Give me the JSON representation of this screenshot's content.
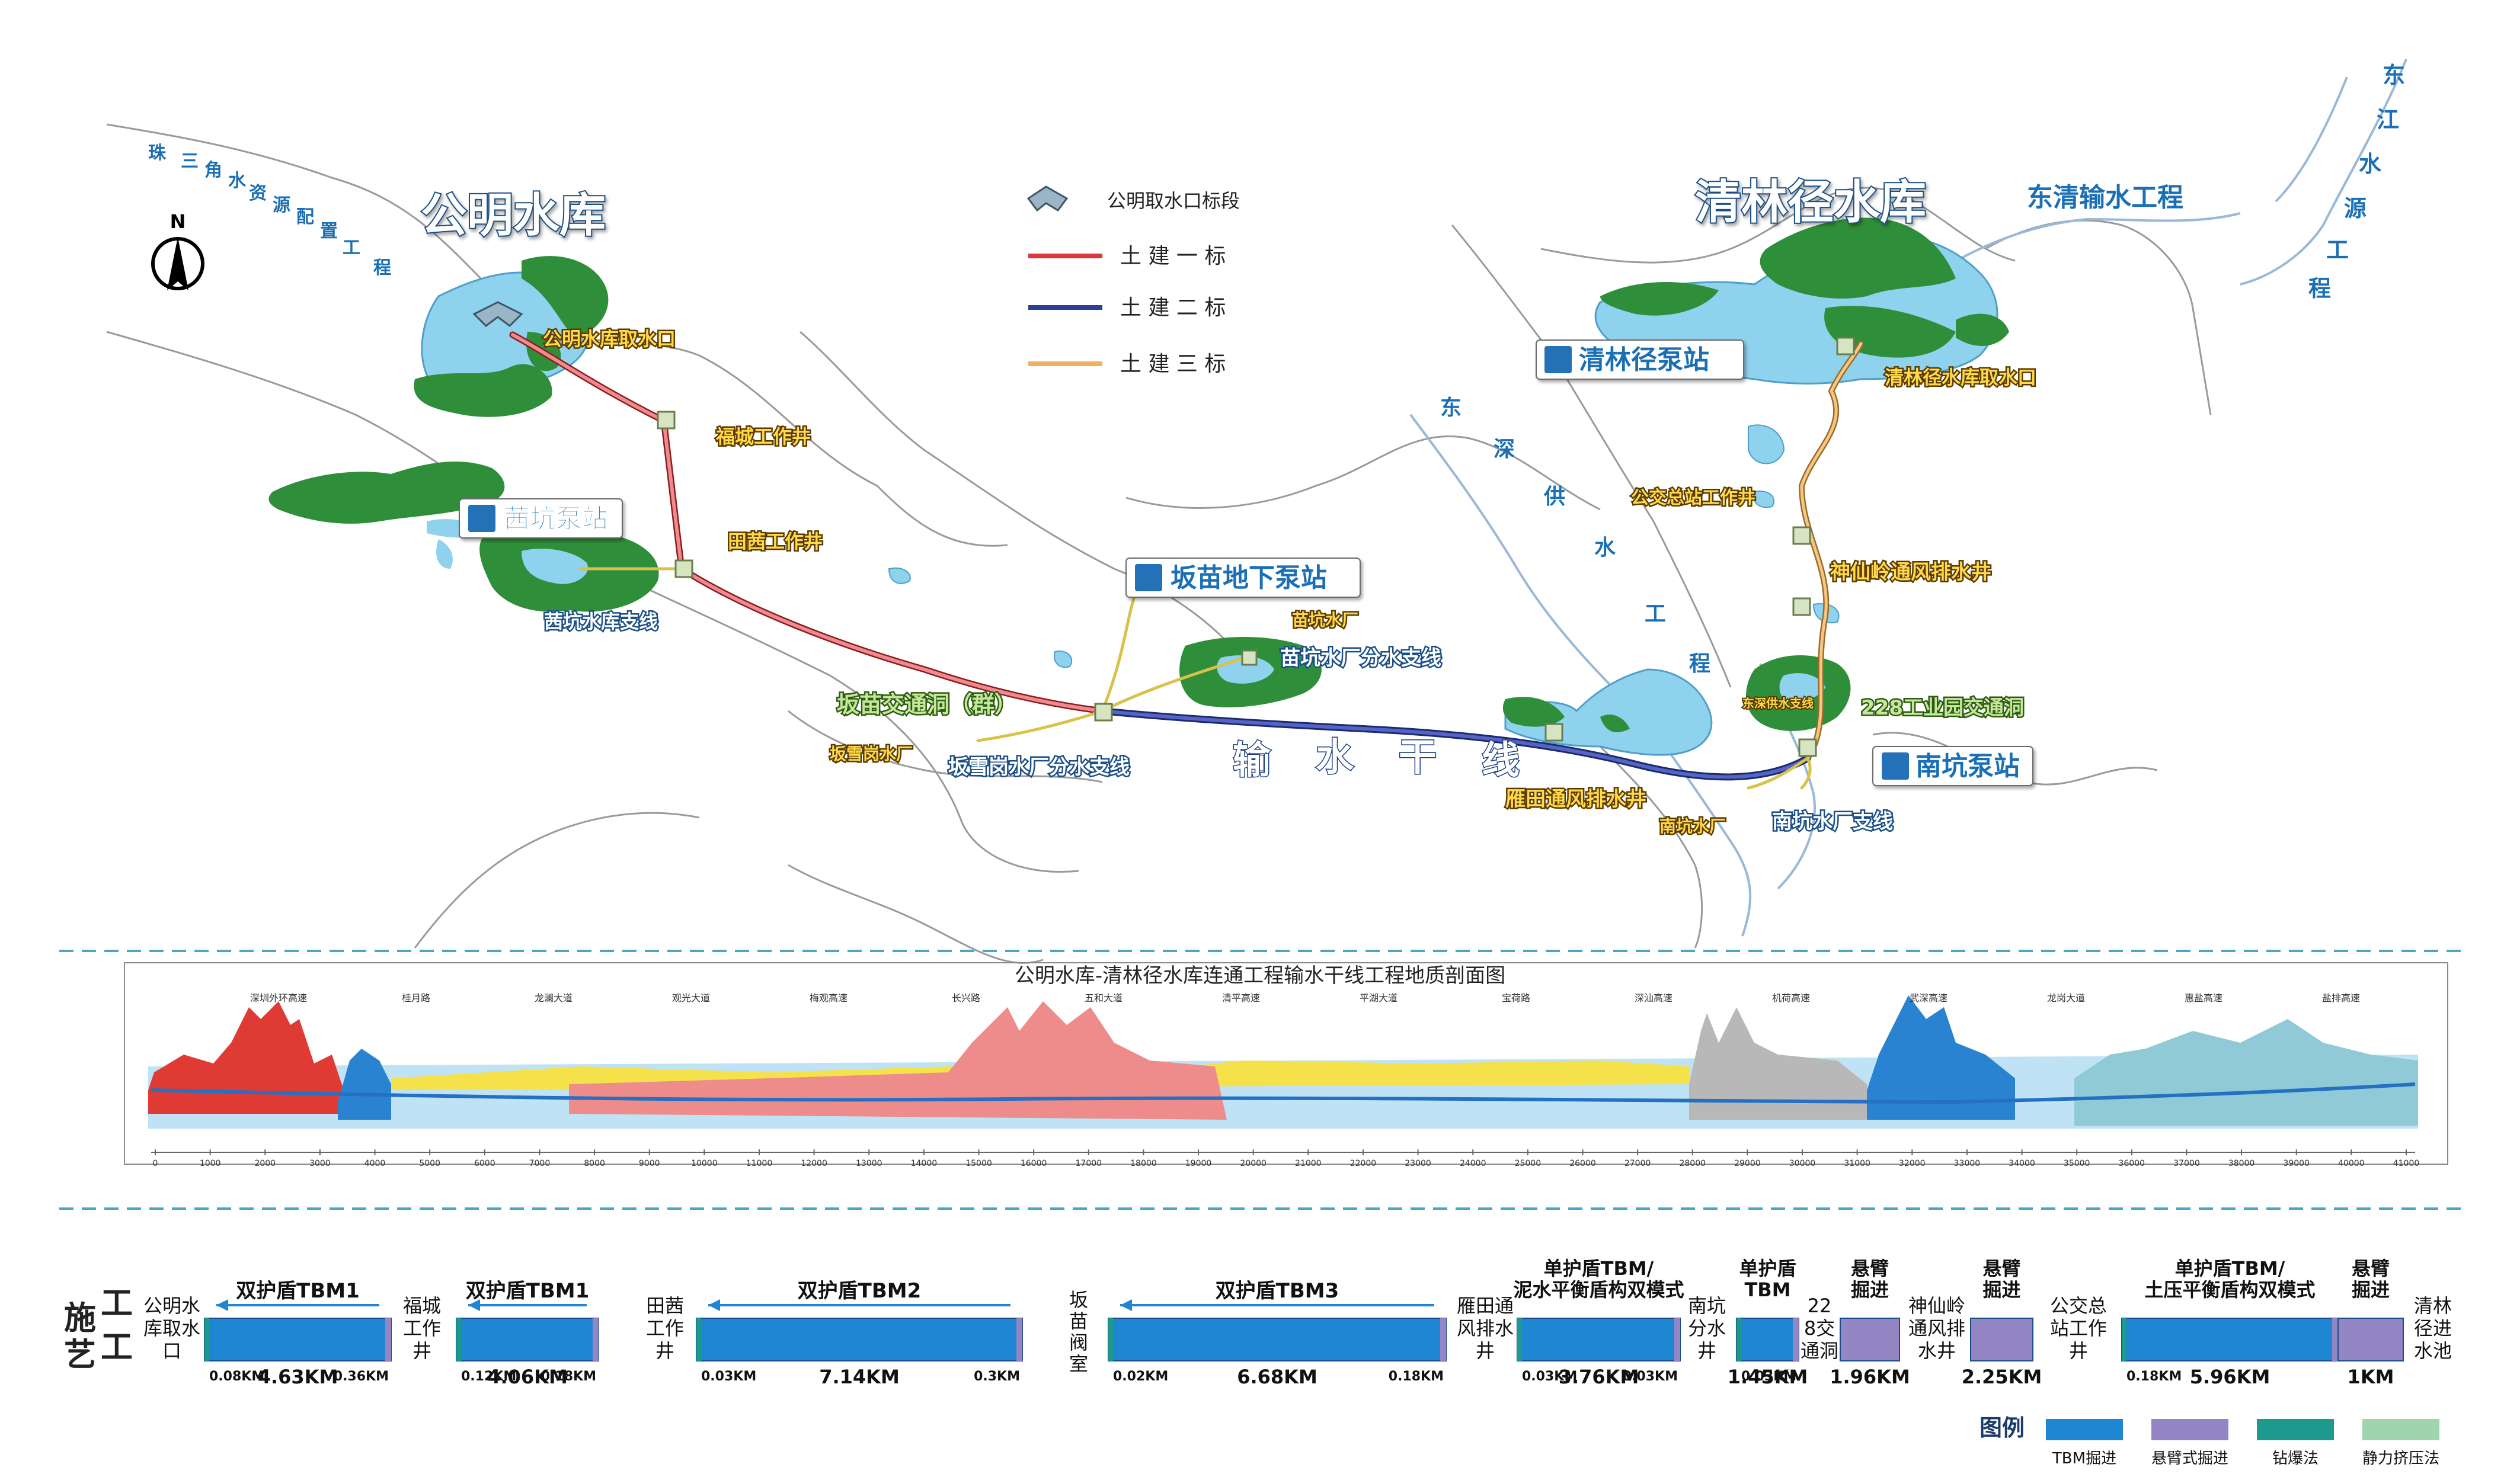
{
  "map": {
    "reservoir_west": "公明水库",
    "reservoir_east": "清林径水库",
    "north_label": "N",
    "regional_project": [
      "珠",
      "三",
      "角",
      "水",
      "资",
      "源",
      "配",
      "置",
      "工",
      "程"
    ],
    "dongshen": [
      "东",
      "深",
      "供",
      "水",
      "工",
      "程"
    ],
    "dongjiang": [
      "东",
      "江",
      "水",
      "源",
      "工",
      "程"
    ],
    "dongqing": "东清输水工程",
    "trunk_line": [
      "输",
      "水",
      "干",
      "线"
    ],
    "legend": {
      "intake": "公明取水口标段",
      "bid1": "土 建 一 标",
      "bid2": "土 建 二 标",
      "bid3": "土 建 三 标"
    },
    "labels": {
      "gm_intake": "公明水库取水口",
      "fucheng_shaft": "福城工作井",
      "tianqian_shaft": "田茜工作井",
      "qiankeng_pump": "茜坑泵站",
      "qiankeng_branch": "茜坑水库支线",
      "banmiao_pump": "坂苗地下泵站",
      "miaokeng_plant": "苗坑水厂",
      "miaokeng_branch": "苗坑水厂分水支线",
      "banmiao_tunnel": "坂苗交通洞（群）",
      "banxuegang_plant": "坂雪岗水厂",
      "banxuegang_branch": "坂雪岗水厂分水支线",
      "yantian_shaft": "雁田通风排水井",
      "nankeng_plant": "南坑水厂",
      "nankeng_branch": "南坑水厂支线",
      "nankeng_pump": "南坑泵站",
      "gy228_tunnel": "228工业园交通洞",
      "dongshen_branch": "东深供水支线",
      "shenxianling_shaft": "神仙岭通风排水井",
      "gongjiao_shaft": "公交总站工作井",
      "qlj_pump": "清林径泵站",
      "qlj_intake": "清林径水库取水口"
    },
    "colors": {
      "bid1": "#d9393e",
      "bid2": "#2b3e98",
      "bid3": "#f0b15e",
      "water": "#6fc1e3",
      "forest": "#2f8e3a",
      "label_blue": "#1a6fb5"
    }
  },
  "profile": {
    "title": "公明水库-清林径水库连通工程输水干线工程地质剖面图",
    "distance_ticks": [
      "0",
      "1000",
      "2000",
      "3000",
      "4000",
      "5000",
      "6000",
      "7000",
      "8000",
      "9000",
      "10000",
      "11000",
      "12000",
      "13000",
      "14000",
      "15000",
      "16000",
      "17000",
      "18000",
      "19000",
      "20000",
      "21000",
      "22000",
      "23000",
      "24000",
      "25000",
      "26000",
      "27000",
      "28000",
      "29000",
      "30000",
      "31000",
      "32000",
      "33000",
      "34000",
      "35000",
      "36000",
      "37000",
      "38000",
      "39000",
      "40000",
      "41000"
    ],
    "road_labels": [
      "深圳外环高速",
      "桂月路",
      "龙澜大道",
      "观光大道",
      "梅观高速",
      "长兴路",
      "五和大道",
      "清平高速",
      "平湖大道",
      "宝荷路",
      "深汕高速",
      "机荷高速",
      "武深高速",
      "龙岗大道",
      "惠盐高速",
      "盐排高速"
    ]
  },
  "process": {
    "title": [
      "施",
      "工",
      "工",
      "艺"
    ],
    "segments": [
      {
        "method": "双护盾TBM1",
        "length": "4.63KM",
        "left": "0.08KM",
        "right": "0.36KM"
      },
      {
        "method": "双护盾TBM1",
        "length": "4.06KM",
        "left": "0.12KM",
        "right": "0.18KM"
      },
      {
        "method": "双护盾TBM2",
        "length": "7.14KM",
        "left": "0.03KM",
        "right": "0.3KM"
      },
      {
        "method": "双护盾TBM3",
        "length": "6.68KM",
        "left": "0.02KM",
        "right": "0.18KM"
      },
      {
        "method": "单护盾TBM/泥水平衡盾构双模式",
        "length": "3.76KM",
        "left": "0.03KM",
        "right": "0.03KM"
      },
      {
        "method": "单护盾TBM",
        "length": "1.45KM",
        "left": "0.03KM",
        "right": ""
      },
      {
        "method": "悬臂掘进",
        "length": "1.96KM",
        "left": "",
        "right": ""
      },
      {
        "method": "悬臂掘进",
        "length": "2.25KM",
        "left": "",
        "right": ""
      },
      {
        "method": "单护盾TBM/土压平衡盾构双模式",
        "length": "5.96KM",
        "left": "0.18KM",
        "right": ""
      },
      {
        "method": "悬臂掘进",
        "length": "1KM",
        "left": "",
        "right": ""
      }
    ],
    "nodes": [
      "公明水库取水口",
      "福城工作井",
      "田茜工作井",
      "坂苗阀室",
      "雁田通风排水井",
      "南坑分水井",
      "228交通洞",
      "神仙岭通风排水井",
      "公交总站工作井",
      "清林径进水池"
    ],
    "legend_title": "图例",
    "legend": [
      {
        "label": "TBM掘进",
        "color": "#1f86d4"
      },
      {
        "label": "悬臂式掘进",
        "color": "#9486c5"
      },
      {
        "label": "钻爆法",
        "color": "#1c9a8e"
      },
      {
        "label": "静力挤压法",
        "color": "#9fd4ad"
      }
    ]
  }
}
